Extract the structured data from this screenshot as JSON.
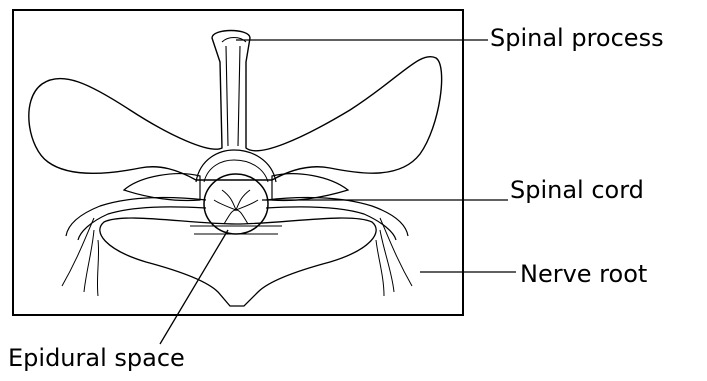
{
  "labels": {
    "spinal_process": "Spinal process",
    "spinal_cord": "Spinal cord",
    "nerve_root": "Nerve root",
    "epidural_space": "Epidural space"
  },
  "colors": {
    "line": "#000000",
    "background": "#ffffff"
  }
}
